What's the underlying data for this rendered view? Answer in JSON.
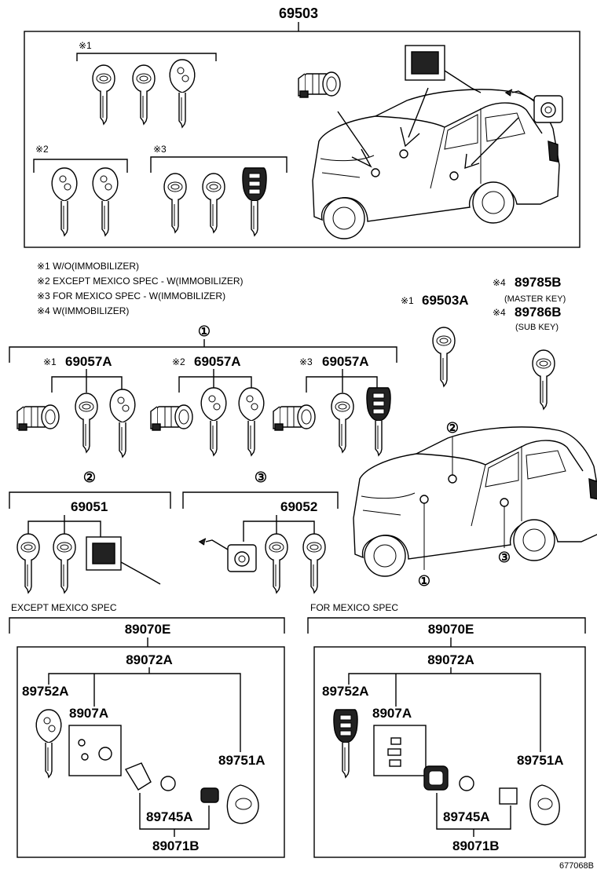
{
  "top_assembly": "69503",
  "marks": {
    "m1": "※1",
    "m2": "※2",
    "m3": "※3"
  },
  "notes": [
    "※1 W/O(IMMOBILIZER)",
    "※2 EXCEPT MEXICO SPEC - W(IMMOBILIZER)",
    "※3 FOR MEXICO SPEC - W(IMMOBILIZER)",
    "※4 W(IMMOBILIZER)"
  ],
  "key_blank": {
    "mark": "※1",
    "part": "69503A"
  },
  "master_key": {
    "mark": "※4",
    "part": "89785B",
    "label": "(MASTER KEY)"
  },
  "sub_key": {
    "mark": "※4",
    "part": "89786B",
    "label": "(SUB KEY)"
  },
  "callouts": {
    "c1": "①",
    "c2": "②",
    "c3": "③"
  },
  "group1": [
    {
      "mark": "※1",
      "part": "69057A"
    },
    {
      "mark": "※2",
      "part": "69057A"
    },
    {
      "mark": "※3",
      "part": "69057A"
    }
  ],
  "group2_part": "69051",
  "group3_part": "69052",
  "except_mexico": {
    "label": "EXCEPT MEXICO SPEC",
    "transmitter": "89070E",
    "housing": "89072A",
    "key_plate": "89752A",
    "kit": "8907A",
    "case": "89751A",
    "battery": "89745A",
    "sub": "89071B"
  },
  "mexico": {
    "label": "FOR MEXICO SPEC",
    "transmitter": "89070E",
    "housing": "89072A",
    "key_plate": "89752A",
    "kit": "8907A",
    "case": "89751A",
    "battery": "89745A",
    "sub": "89071B"
  },
  "drawing_number": "677068B"
}
